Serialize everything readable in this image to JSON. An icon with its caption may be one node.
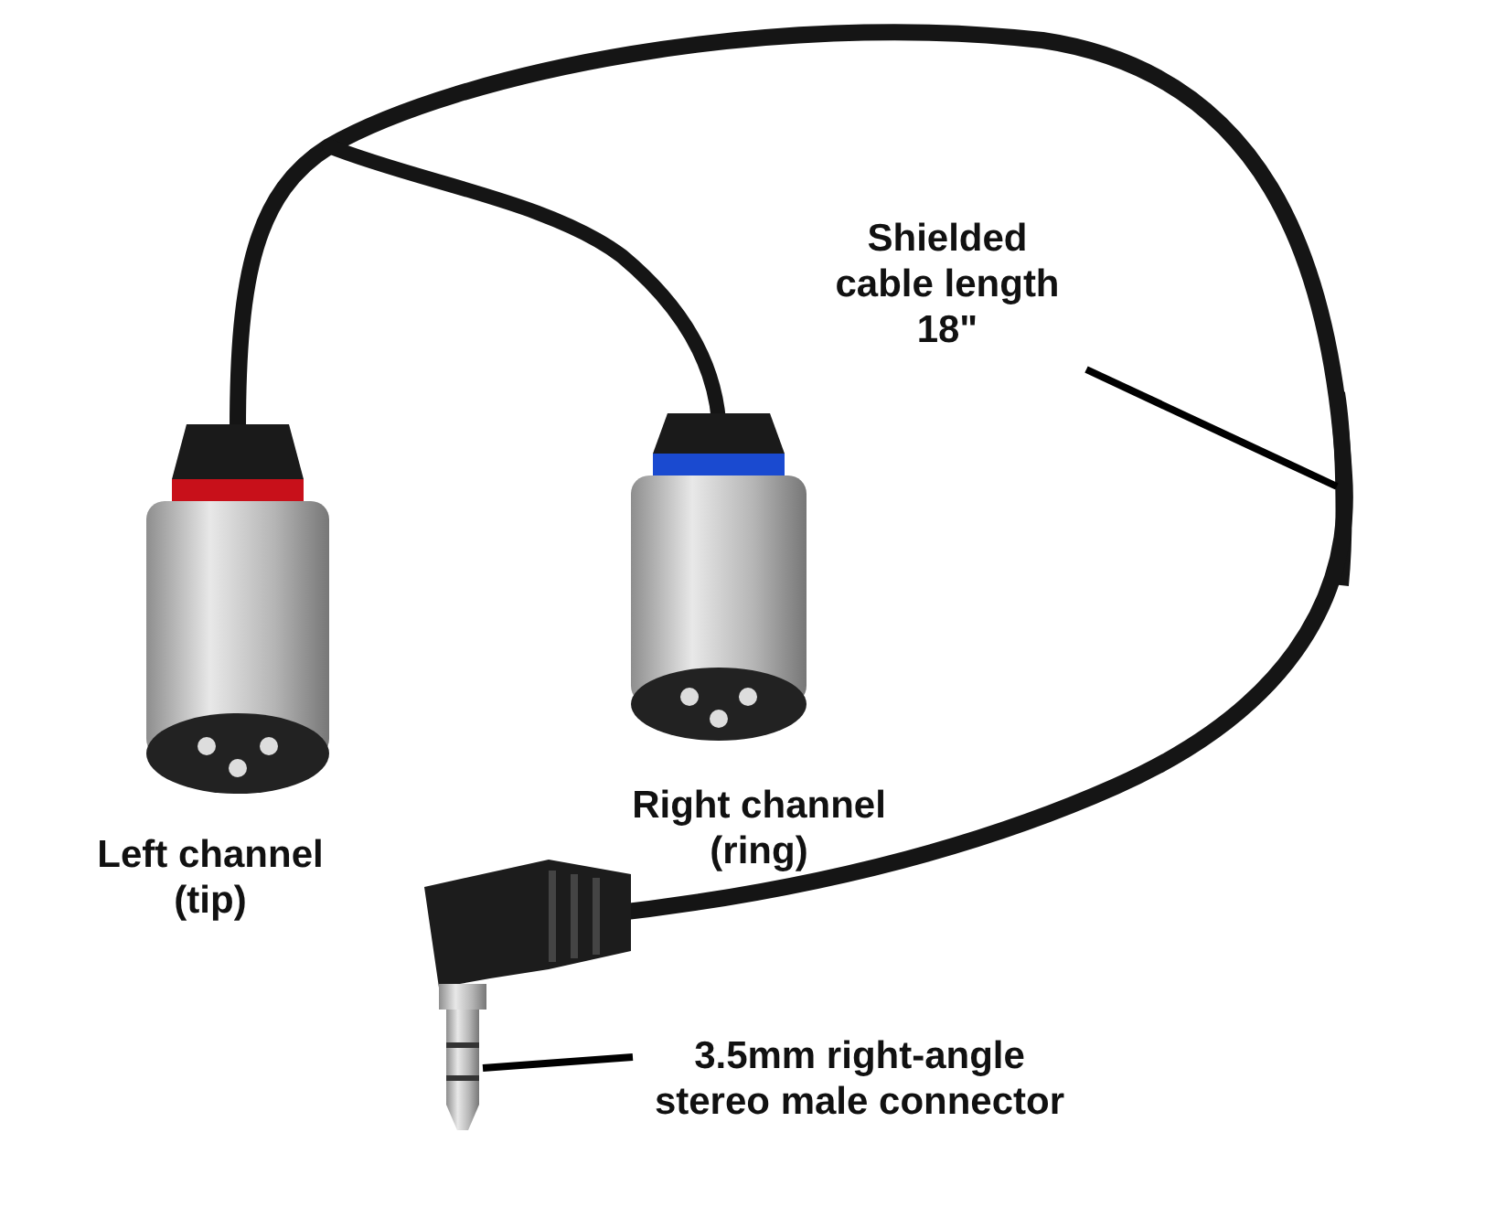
{
  "diagram": {
    "nodes": [
      {
        "text": [
          "Shielded cable length 18\""
        ]
      },
      {
        "text": [],
        "shape": "picture"
      },
      {
        "text": [
          "3.5mm right-angle stereo male connector"
        ]
      },
      {
        "text": [],
        "shape": "picture"
      }
    ],
    "edges": [
      {
        "from": 0,
        "to": 1,
        "arrow": "none"
      },
      {
        "from": 2,
        "to": 3,
        "arrow": "none"
      }
    ],
    "labels": [
      "Left channel (tip)",
      "Right channel (ring)"
    ]
  }
}
